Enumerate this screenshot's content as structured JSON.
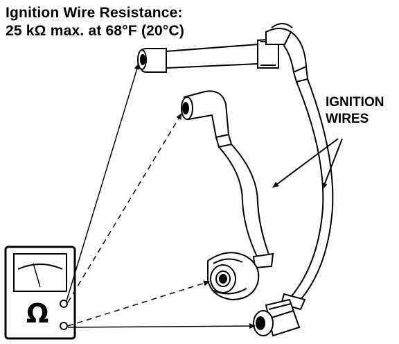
{
  "heading": {
    "line1": "Ignition Wire Resistance:",
    "line2": "25 kΩ max. at 68°F (20°C)"
  },
  "callout": {
    "line1": "IGNITION",
    "line2": "WIRES"
  },
  "meter": {
    "symbol": "Ω"
  },
  "colors": {
    "ink": "#000000",
    "background": "#ffffff"
  },
  "icons": [
    "ohmmeter-icon",
    "ignition-wire-icon",
    "distributor-cap-terminal-icon",
    "spark-plug-boot-icon"
  ]
}
